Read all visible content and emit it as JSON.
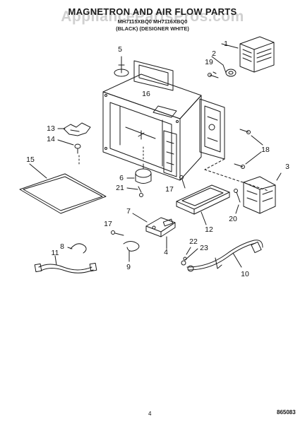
{
  "header": {
    "title": "MAGNETRON AND AIR FLOW PARTS",
    "watermark": "AppliancePartsPros.com",
    "model_line": "MH7115XBQ0   MH7116XBQ0",
    "color_line": "(BLACK) (DESIGNER WHITE)"
  },
  "callouts": [
    {
      "id": "c1",
      "label": "1"
    },
    {
      "id": "c2",
      "label": "2"
    },
    {
      "id": "c3",
      "label": "3"
    },
    {
      "id": "c4",
      "label": "4"
    },
    {
      "id": "c5",
      "label": "5"
    },
    {
      "id": "c6",
      "label": "6"
    },
    {
      "id": "c7",
      "label": "7"
    },
    {
      "id": "c8",
      "label": "8"
    },
    {
      "id": "c9",
      "label": "9"
    },
    {
      "id": "c10",
      "label": "10"
    },
    {
      "id": "c11",
      "label": "11"
    },
    {
      "id": "c12",
      "label": "12"
    },
    {
      "id": "c13",
      "label": "13"
    },
    {
      "id": "c14",
      "label": "14"
    },
    {
      "id": "c15",
      "label": "15"
    },
    {
      "id": "c16",
      "label": "16"
    },
    {
      "id": "c17a",
      "label": "17"
    },
    {
      "id": "c17b",
      "label": "17"
    },
    {
      "id": "c18",
      "label": "18"
    },
    {
      "id": "c19",
      "label": "19"
    },
    {
      "id": "c20",
      "label": "20"
    },
    {
      "id": "c21",
      "label": "21"
    },
    {
      "id": "c22",
      "label": "22"
    },
    {
      "id": "c23",
      "label": "23"
    }
  ],
  "footer": {
    "page_number": "4",
    "part_code": "865083"
  }
}
